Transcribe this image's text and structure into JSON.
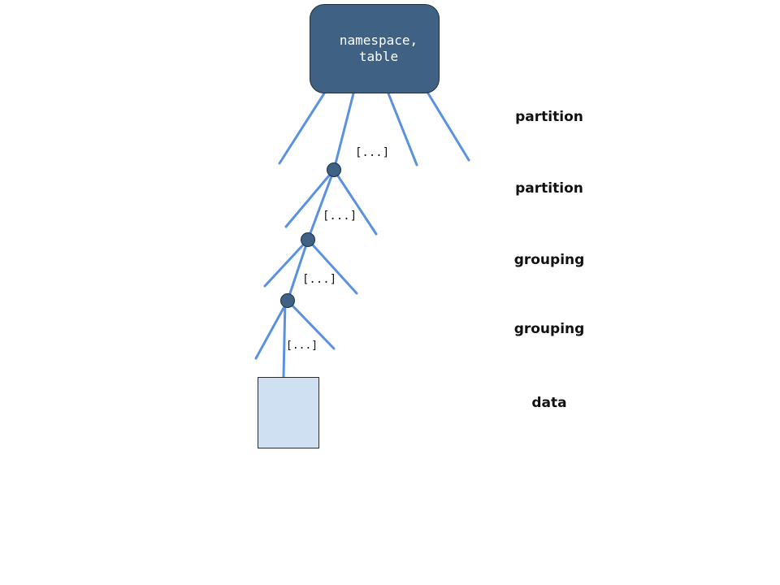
{
  "root": {
    "label": "namespace,\ntable"
  },
  "levels": [
    {
      "label": "partition"
    },
    {
      "label": "partition"
    },
    {
      "label": "grouping"
    },
    {
      "label": "grouping"
    },
    {
      "label": "data"
    }
  ],
  "ellipsis": "[...]",
  "colors": {
    "root_fill": "#3e6184",
    "edge": "#5a91e0",
    "node_fill": "#3e6184",
    "data_fill": "#cfe0f2"
  }
}
